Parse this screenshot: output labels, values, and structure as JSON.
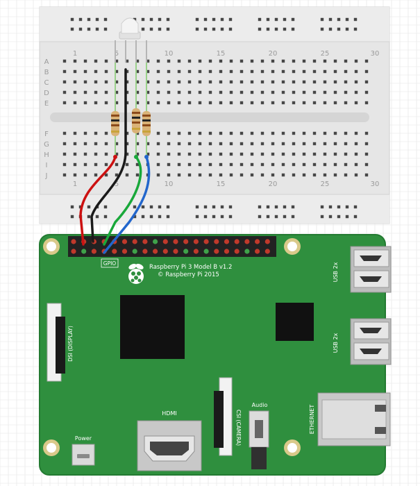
{
  "breadboard": {
    "column_numbers": [
      "1",
      "5",
      "10",
      "15",
      "20",
      "25",
      "30"
    ],
    "row_letters_top": [
      "A",
      "B",
      "C",
      "D",
      "E"
    ],
    "row_letters_bottom": [
      "F",
      "G",
      "H",
      "I",
      "J"
    ]
  },
  "board": {
    "model_label": "Raspberry Pi 3 Model B v1.2",
    "copyright": "© Raspberry Pi 2015",
    "gpio_label": "GPIO",
    "usb_label_1": "USB 2x",
    "usb_label_2": "USB 2x",
    "dsi_label": "DSI (DISPLAY)",
    "csi_label": "CSI (CAMERA)",
    "audio_label": "Audio",
    "hdmi_label": "HDMI",
    "power_label": "Power",
    "ethernet_label": "ETHERNET"
  },
  "components": {
    "led": "rgb-led",
    "resistors": 3
  },
  "wire_colors": {
    "red": "#cc1111",
    "black": "#1a1a1a",
    "green": "#19a83a",
    "blue": "#2266cc"
  },
  "colors": {
    "pcb": "#2f8f3e",
    "pcb_edge": "#237a31",
    "breadboard": "#e6e6e6",
    "grid_line": "#e3e3e3"
  }
}
